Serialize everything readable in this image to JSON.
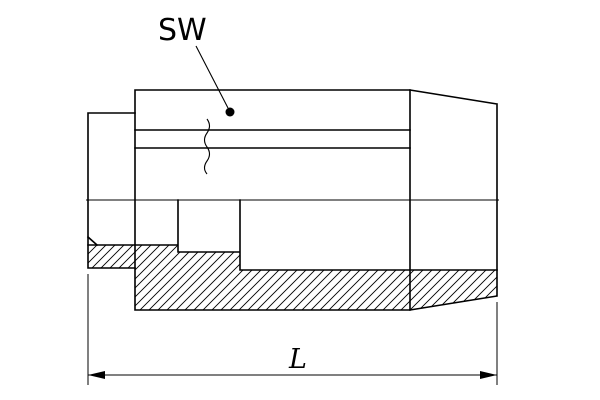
{
  "drawing": {
    "title": "pipe-adapter-half-section-drawing",
    "labels": {
      "wrench_size": "SW",
      "length": "L"
    },
    "colors": {
      "line": "#000000",
      "background": "#ffffff"
    }
  }
}
